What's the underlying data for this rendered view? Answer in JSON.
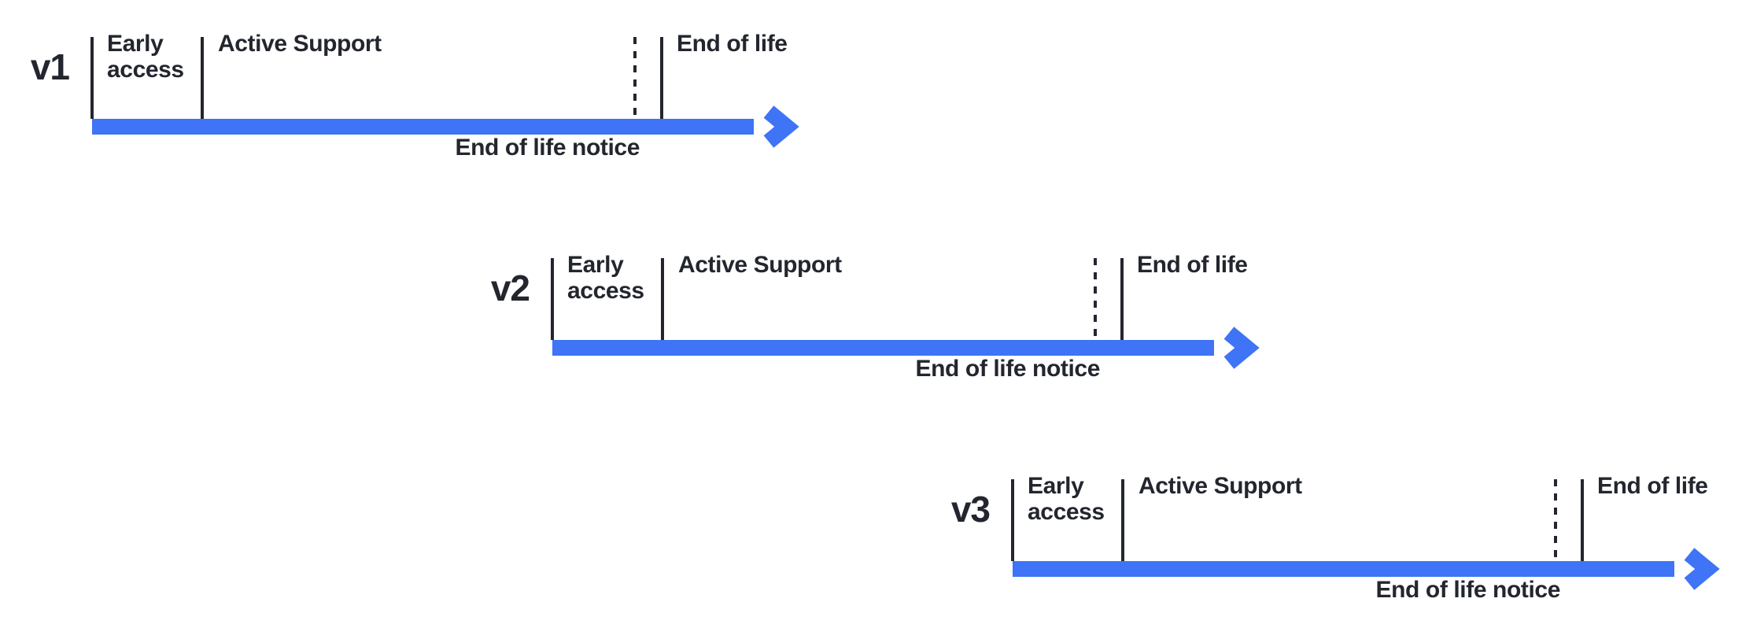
{
  "diagram": {
    "type": "version-lifecycle-timelines",
    "colors": {
      "accent": "#3E74F5",
      "ink": "#23262E",
      "background": "#FFFFFF"
    },
    "rows": [
      {
        "version": "v1",
        "early_access": "Early access",
        "active_support": "Active Support",
        "end_of_life": "End of life",
        "end_of_life_notice": "End of life notice"
      },
      {
        "version": "v2",
        "early_access": "Early access",
        "active_support": "Active Support",
        "end_of_life": "End of life",
        "end_of_life_notice": "End of life notice"
      },
      {
        "version": "v3",
        "early_access": "Early access",
        "active_support": "Active Support",
        "end_of_life": "End of life",
        "end_of_life_notice": "End of life notice"
      }
    ]
  }
}
